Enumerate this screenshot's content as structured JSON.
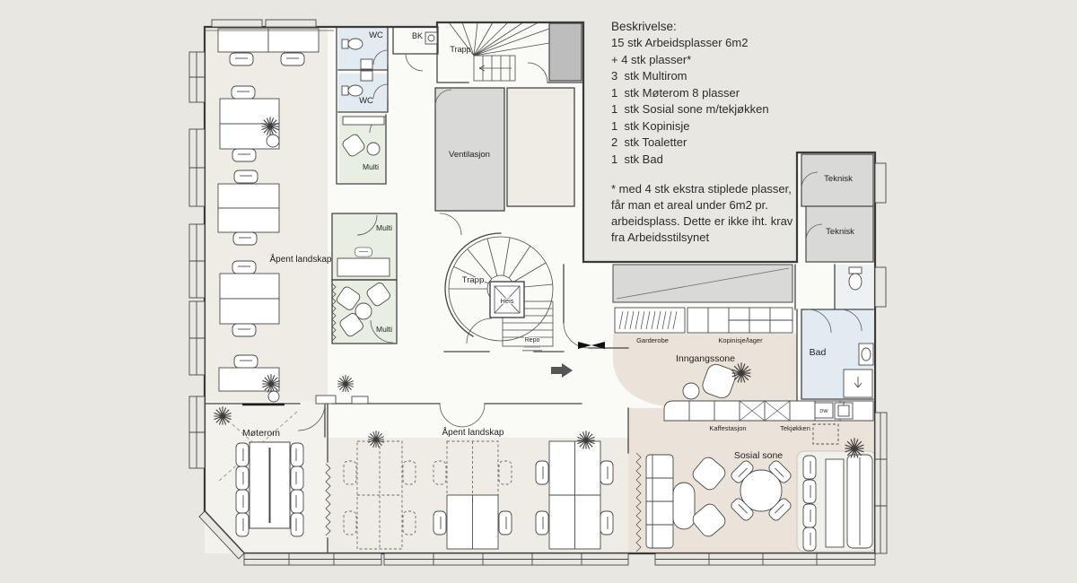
{
  "description_panel": {
    "title": "Beskrivelse:",
    "items": [
      "15 stk Arbeidsplasser 6m2",
      "+ 4 stk plasser*",
      "3  stk Multirom",
      "1  stk Møterom 8 plasser",
      "1  stk Sosial sone m/tekjøkken",
      "1  stk Kopinisje",
      "2  stk Toaletter",
      "1  stk Bad"
    ],
    "footnote": "* med 4 stk ekstra stiplede plasser, får man et areal under 6m2 pr. arbeidsplass. Dette er ikke iht. krav fra Arbeidsstilsynet"
  },
  "rooms": {
    "wc_top": "WC",
    "wc_bottom": "WC",
    "bk": "BK",
    "trapp_top": "Trapp",
    "trapp_spiral": "Trapp",
    "ventilasjon": "Ventilasjon",
    "multi_1": "Multi",
    "multi_2": "Multi",
    "multi_3": "Multi",
    "heis": "Heis",
    "repo": "Repo",
    "apent_landskap_left": "Åpent landskap",
    "apent_landskap_bottom": "Åpent landskap",
    "moterom": "Møterom",
    "garderobe": "Garderobe",
    "kopinisje_lager": "Kopinisje/lager",
    "inngangssone": "Inngangssone",
    "teknisk_upper": "Teknisk",
    "teknisk_lower": "Teknisk",
    "bad": "Bad",
    "kaffestasjon": "Kaffestasjon",
    "tekjokken": "Tekjøkken",
    "dw": "DW",
    "sosial_sone": "Sosial sone"
  },
  "colors": {
    "background": "#e9e7e2",
    "floor_white": "#fafaf7",
    "floor_light": "#eeece4",
    "floor_warm": "#ebe3d9",
    "room_green": "#e8eee1",
    "room_blue": "#e2ebf1",
    "room_gray": "#d9d9d8",
    "shaft_gray": "#bdbdbd",
    "wall": "#3f3f3f"
  }
}
